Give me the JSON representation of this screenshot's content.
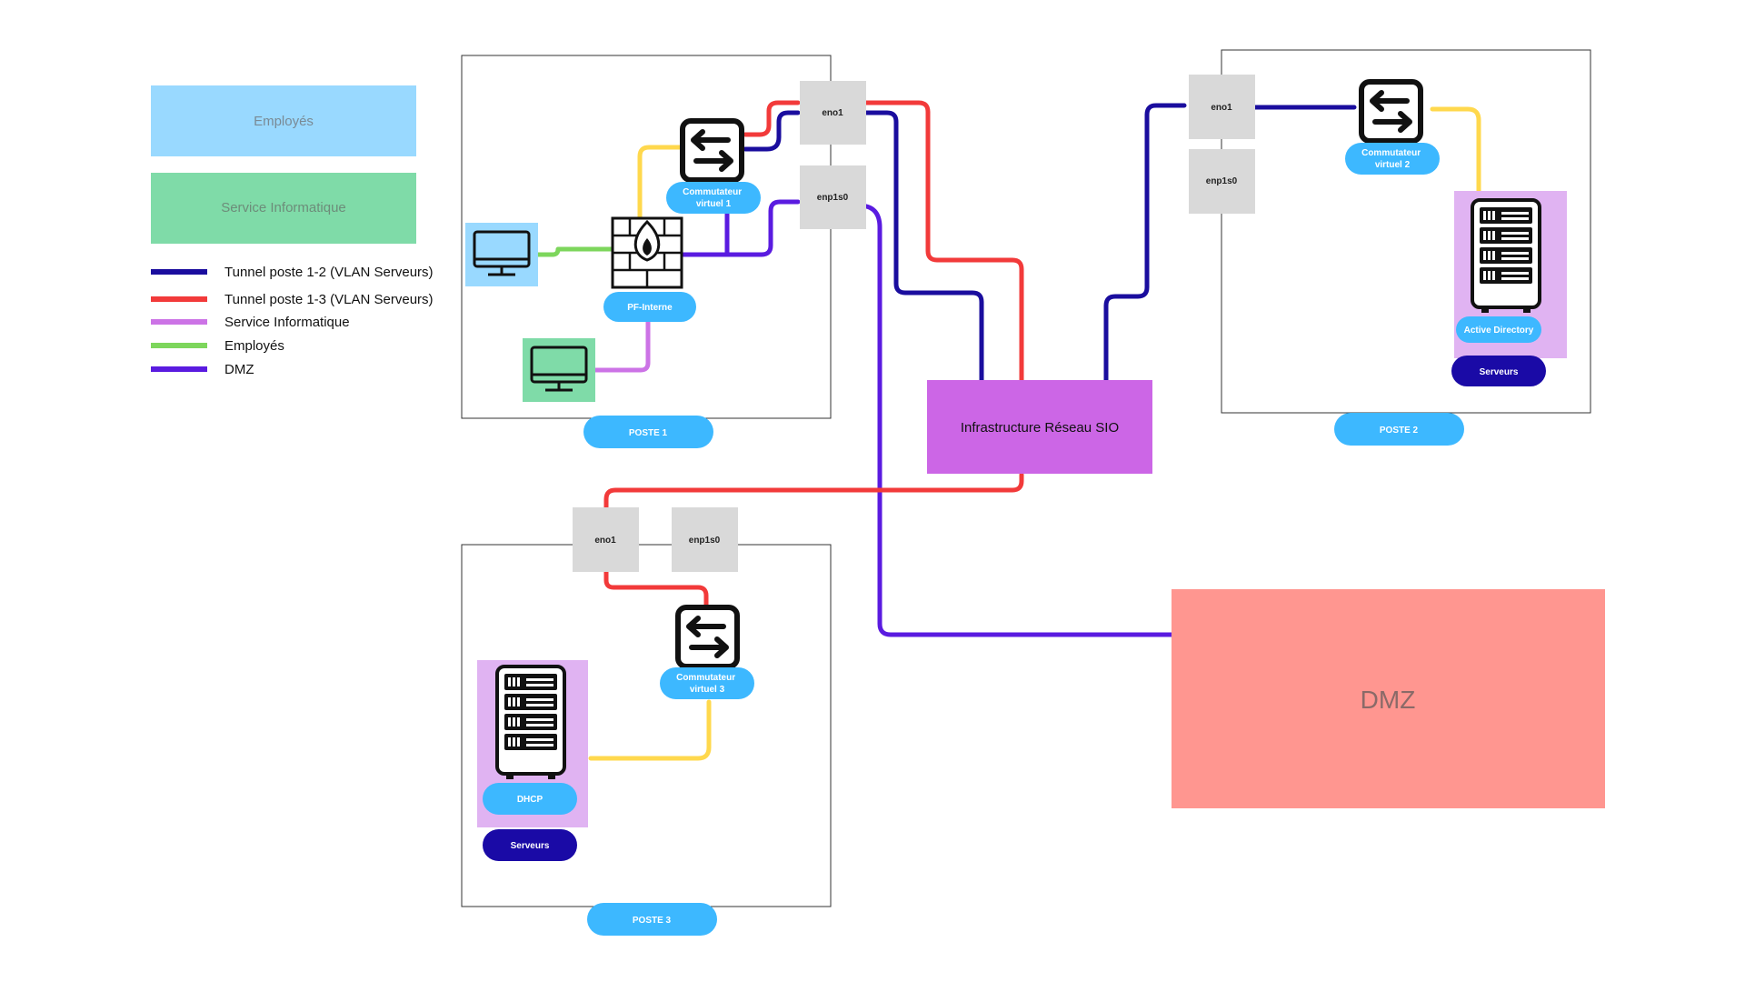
{
  "legend": {
    "employes_box": "Employés",
    "service_box": "Service Informatique",
    "items": [
      {
        "label": "Tunnel poste 1-2 (VLAN Serveurs)",
        "color": "#1a0d9e"
      },
      {
        "label": "Tunnel poste 1-3 (VLAN Serveurs)",
        "color": "#f23a3a"
      },
      {
        "label": "Service Informatique",
        "color": "#cc73e6"
      },
      {
        "label": "Employés",
        "color": "#7dd65c"
      },
      {
        "label": "DMZ",
        "color": "#5a1be0"
      }
    ]
  },
  "colors": {
    "employes": "#99d9ff",
    "service": "#7fdba8",
    "pill": "#3db8ff",
    "pill_dark": "#1a0aa6",
    "server_bg": "#e0b3f2",
    "infra": "#cc66e6",
    "dmz": "#ff9690",
    "port": "#d9d9d9",
    "trunk": "#ffd84d"
  },
  "poste1": {
    "label": "POSTE 1",
    "switch": "Commutateur virtuel 1",
    "firewall": "PF-Interne",
    "port_a": "eno1",
    "port_b": "enp1s0"
  },
  "poste2": {
    "label": "POSTE 2",
    "switch": "Commutateur virtuel 2",
    "server": "Active Directory",
    "group": "Serveurs",
    "port_a": "eno1",
    "port_b": "enp1s0"
  },
  "poste3": {
    "label": "POSTE 3",
    "switch": "Commutateur virtuel 3",
    "server": "DHCP",
    "group": "Serveurs",
    "port_a": "eno1",
    "port_b": "enp1s0"
  },
  "infra": "Infrastructure Réseau SIO",
  "dmz": "DMZ"
}
